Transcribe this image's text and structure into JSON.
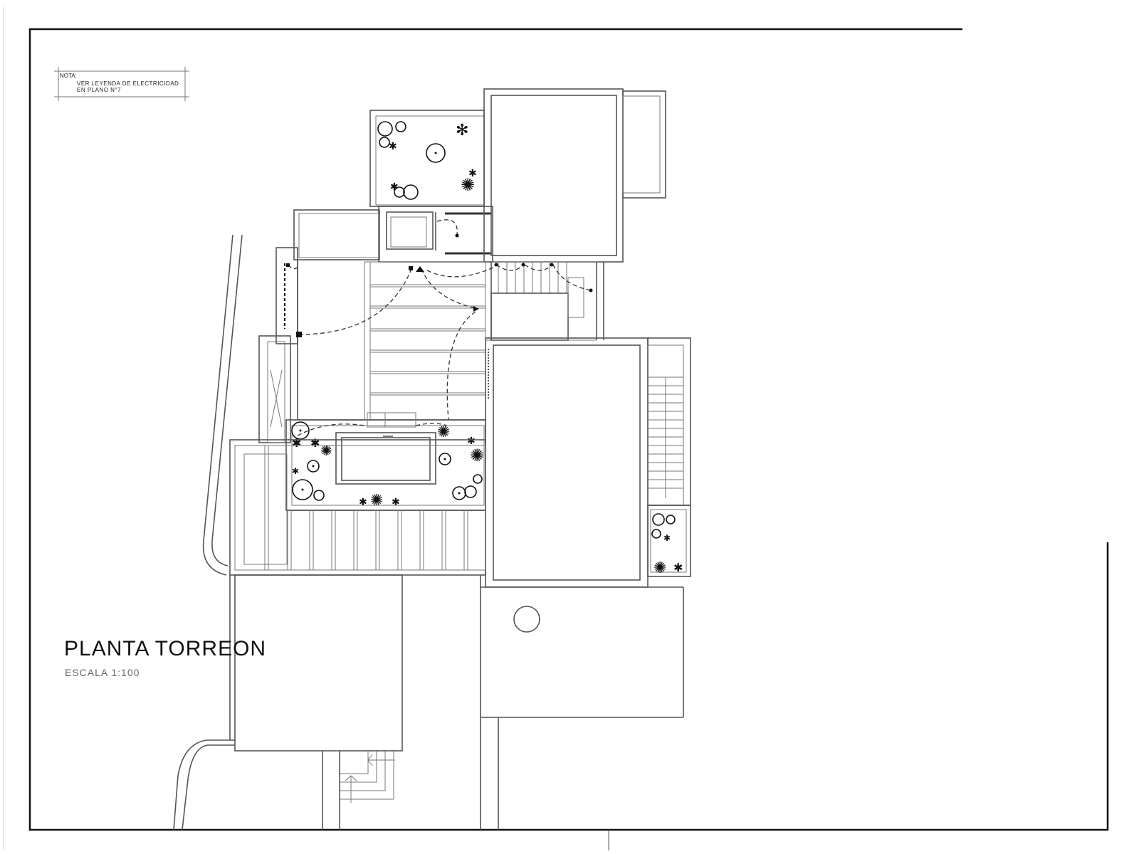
{
  "drawing": {
    "title": "PLANTA TORREON",
    "scale": "ESCALA 1:100",
    "note": {
      "label": "NOTA:",
      "line1": "VER LEYENDA DE ELECTRICIDAD",
      "line2": "EN PLANO N°7"
    },
    "colors": {
      "background": "#ffffff",
      "sheet_border": "#111111",
      "walls": "#555555",
      "electrical_circuit": "#333333",
      "vegetation": "#111111"
    },
    "elements": [
      "sheet-border",
      "note-box",
      "north-planter",
      "elevator-shaft",
      "top-right-roof-block",
      "west-terrace",
      "central-slatted-deck",
      "stair-east",
      "east-roof-block",
      "east-stair-flight",
      "east-planter",
      "south-planter-with-skylight",
      "pergola-slats",
      "lower-left-block",
      "lower-right-block-with-chimney",
      "entrance-steps",
      "curved-boundary-wall",
      "electrical-circuits"
    ]
  }
}
